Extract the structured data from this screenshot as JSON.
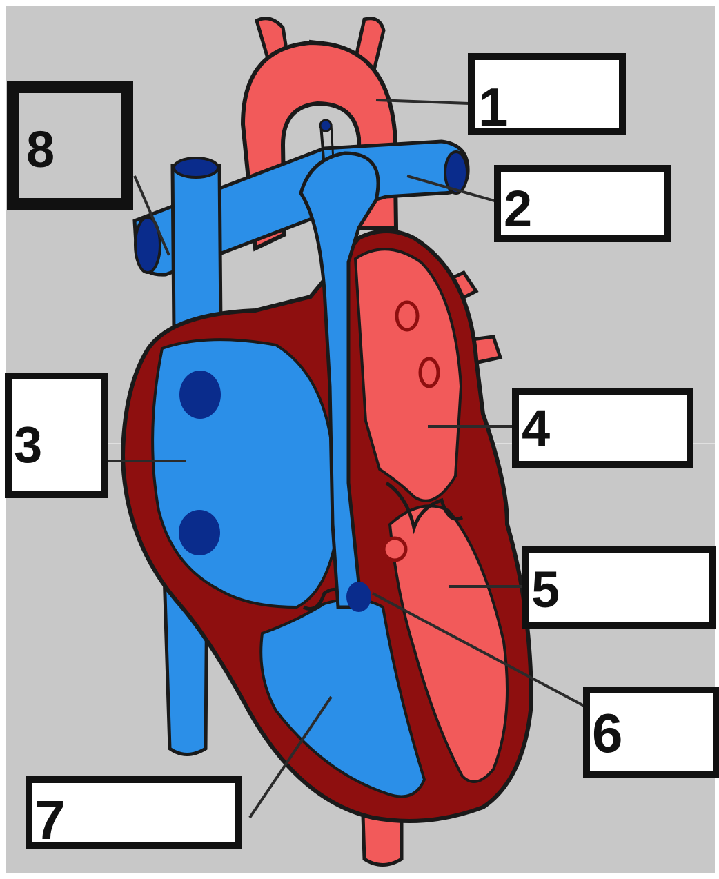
{
  "labels": {
    "label_1": "1",
    "label_2": "2",
    "label_3": "3",
    "label_4": "4",
    "label_5": "5",
    "label_6": "6",
    "label_7": "7",
    "label_8": "8"
  },
  "colors": {
    "background": "#c8c8c8",
    "oxygenated_red": "#f25a5a",
    "deoxygenated_blue": "#2b8fe8",
    "dark_blue": "#0a2c8c",
    "muscle_dark_red": "#8e0f0f",
    "outline": "#1a1a1a"
  },
  "icons": {
    "heart": "heart-diagram"
  }
}
